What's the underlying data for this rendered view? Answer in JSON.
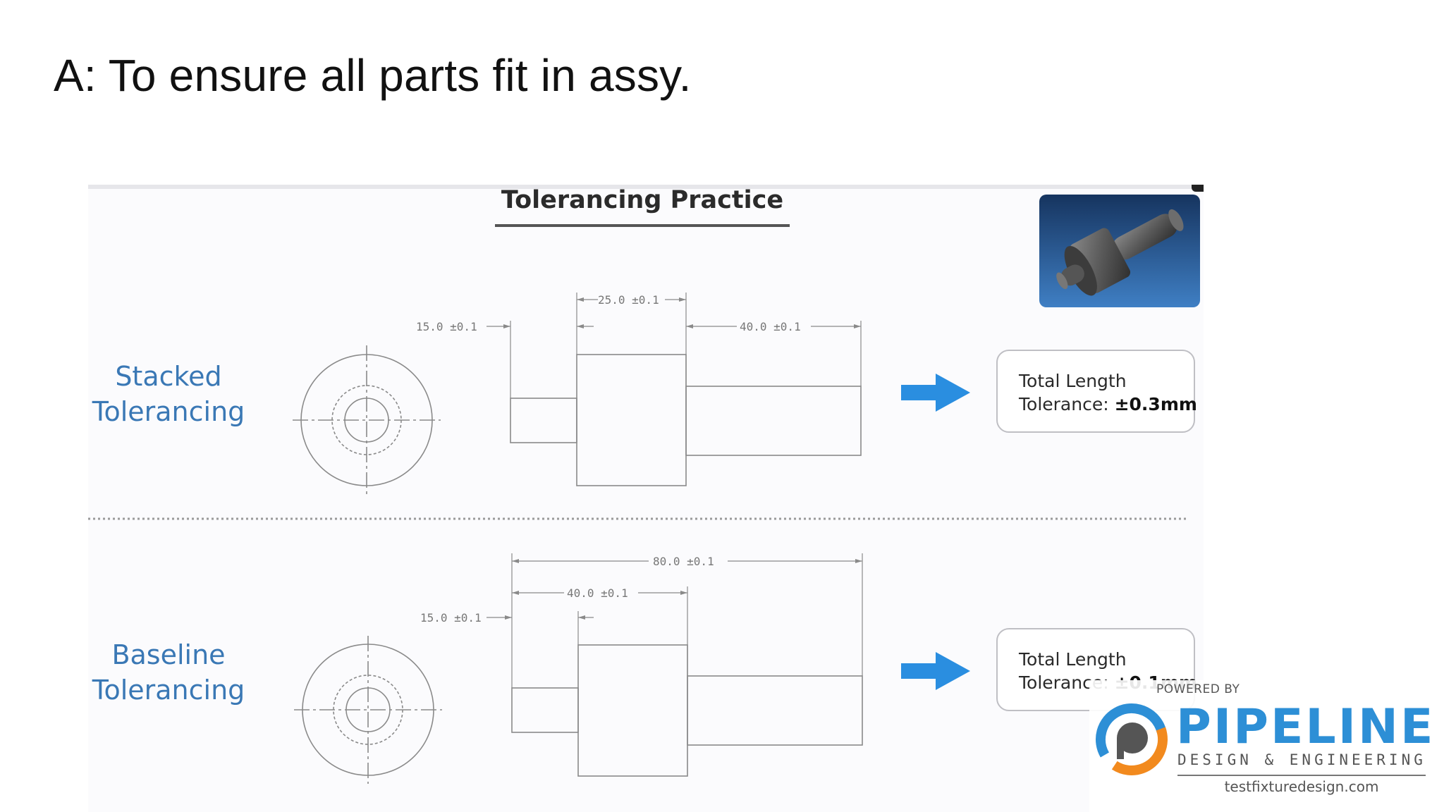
{
  "heading": "A: To ensure all parts fit in assy.",
  "diagram": {
    "title": "Tolerancing Practice",
    "stacked": {
      "label_line1": "Stacked",
      "label_line2": "Tolerancing",
      "dims": {
        "a": "15.0 ±0.1",
        "b": "25.0 ±0.1",
        "c": "40.0 ±0.1"
      },
      "result_line1": "Total Length",
      "result_prefix": "Tolerance: ",
      "result_value": "±0.3mm"
    },
    "baseline": {
      "label_line1": "Baseline",
      "label_line2": "Tolerancing",
      "dims": {
        "a": "15.0 ±0.1",
        "b": "40.0 ±0.1",
        "c": "80.0 ±0.1"
      },
      "result_line1": "Total Length",
      "result_prefix": "Tolerance: ",
      "result_value": "±0.1mm"
    },
    "arrow_color": "#2a8ee0",
    "label_color": "#3a78b5"
  },
  "watermark": {
    "powered_by": "POWERED BY",
    "brand": "PIPELINE",
    "subtitle": "DESIGN & ENGINEERING",
    "url": "testfixturedesign.com",
    "brand_color": "#2d8fd6",
    "accent_color": "#f28a1e"
  }
}
